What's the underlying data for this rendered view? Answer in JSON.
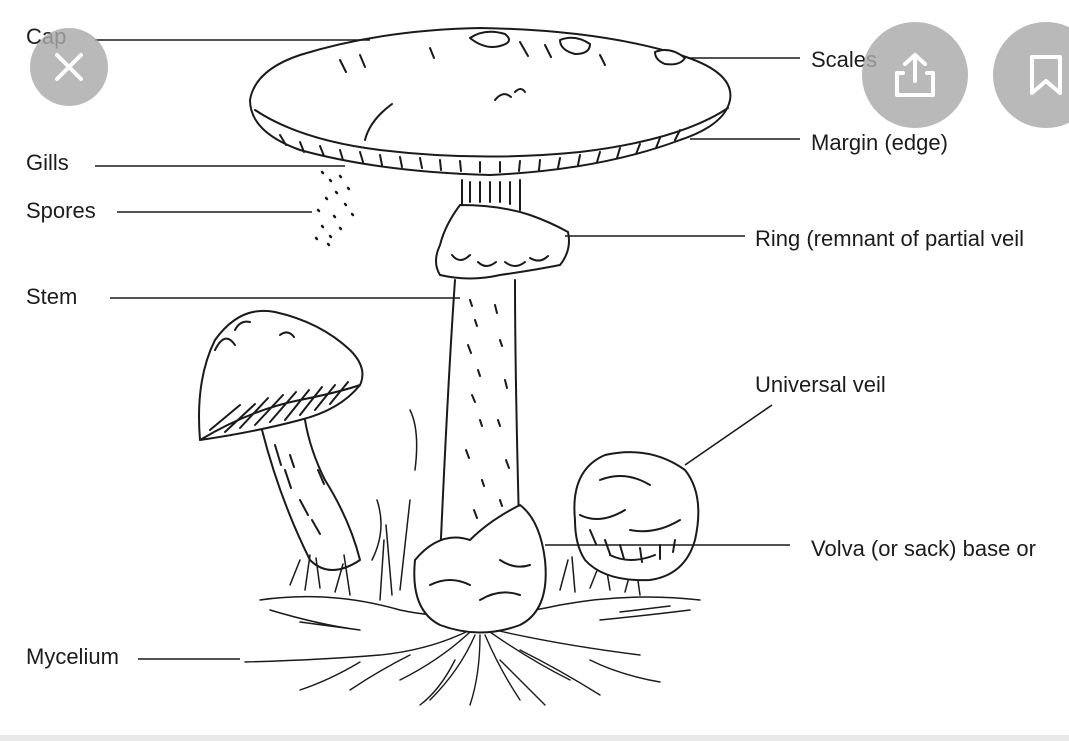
{
  "diagram": {
    "labels": {
      "cap": "Cap",
      "scales": "Scales",
      "margin": "Margin (edge)",
      "gills": "Gills",
      "spores": "Spores",
      "ring": "Ring (remnant of partial veil",
      "stem": "Stem",
      "universal_veil": "Universal veil",
      "volva": "Volva (or sack) base or",
      "mycelium": "Mycelium"
    }
  },
  "overlay": {
    "close_icon": "close-icon",
    "share_icon": "share-icon",
    "bookmark_icon": "bookmark-icon",
    "button_color": "#aaaaaa",
    "icon_color": "#ffffff"
  }
}
